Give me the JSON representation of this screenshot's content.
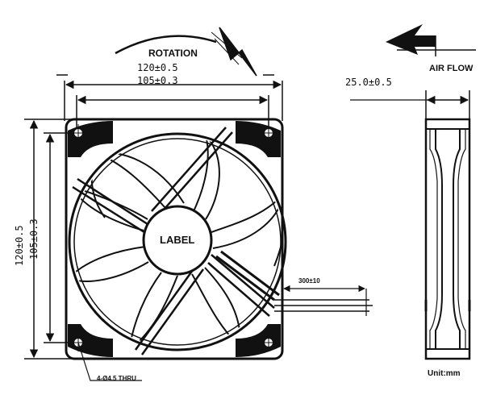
{
  "front_view": {
    "rotation_label": "ROTATION",
    "outer_width": "120±0.5",
    "hole_pitch_width": "105±0.3",
    "outer_height": "120±0.5",
    "hole_pitch_height": "105±0.3",
    "hub_label": "LABEL",
    "lead_length": "300±10",
    "hole_spec": "4-Ø4.5 THRU"
  },
  "side_view": {
    "airflow_label": "AIR FLOW",
    "thickness": "25.0±0.5",
    "unit_label": "Unit:mm"
  }
}
